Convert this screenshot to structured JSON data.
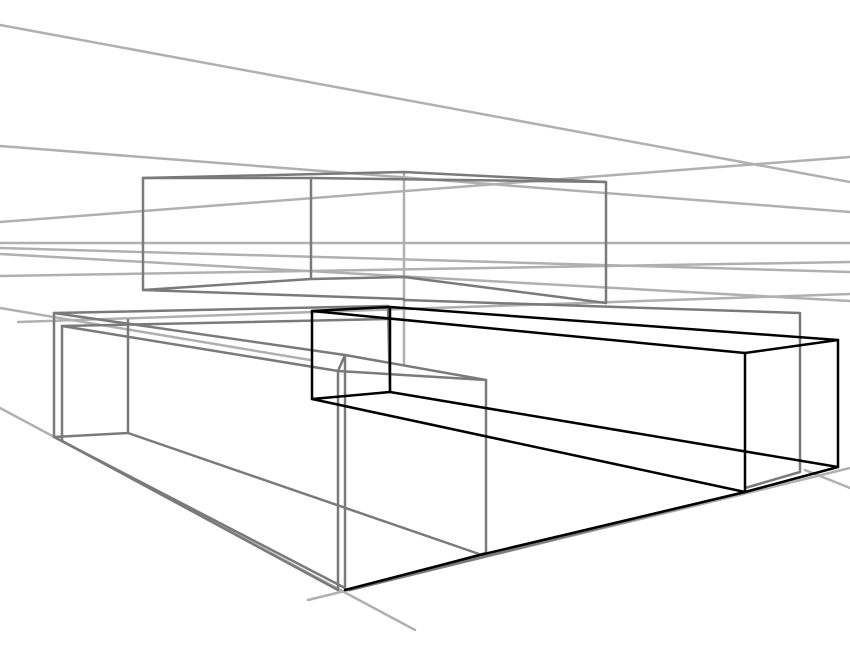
{
  "drawing": {
    "style": "two-point perspective boxes",
    "colors": {
      "background": "#ffffff",
      "guide": "#b0b0b0",
      "box": "#7a7a7a",
      "highlight": "#000000"
    },
    "shapes": [
      {
        "name": "vanishing-guide-line",
        "role": "guide"
      },
      {
        "name": "top-box-outline",
        "role": "box"
      },
      {
        "name": "left-box-outline",
        "role": "box"
      },
      {
        "name": "floor-plane-outline",
        "role": "box"
      },
      {
        "name": "highlighted-box-outline",
        "role": "highlight"
      }
    ]
  }
}
